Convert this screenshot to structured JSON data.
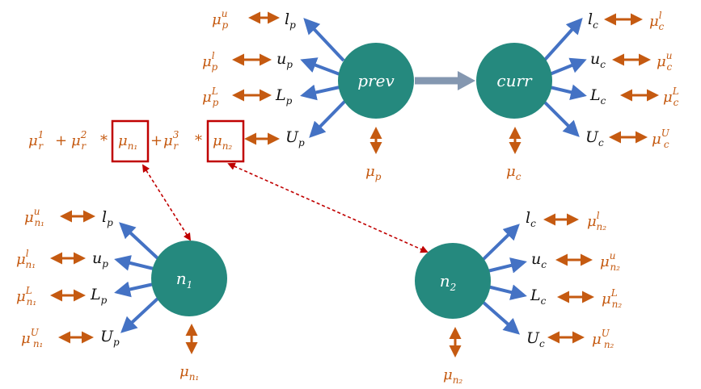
{
  "colors": {
    "node_fill": "#25897e",
    "blue_arrow": "#4472c4",
    "orange": "#c55a11",
    "big_arrow": "#8497b0",
    "red_dashed": "#c00000",
    "black_text": "#111111"
  },
  "nodes": {
    "prev": {
      "label": "prev"
    },
    "curr": {
      "label": "curr"
    },
    "n1": {
      "label": "n",
      "sub": "1"
    },
    "n2": {
      "label": "n",
      "sub": "2"
    }
  },
  "prev_labels": {
    "lp": {
      "base": "l",
      "sub": "p"
    },
    "up": {
      "base": "u",
      "sub": "p"
    },
    "Lp": {
      "base": "L",
      "sub": "p"
    },
    "Up": {
      "base": "U",
      "sub": "p"
    },
    "mu_u": {
      "base": "μ",
      "sub": "p",
      "sup": "u"
    },
    "mu_l": {
      "base": "μ",
      "sub": "p",
      "sup": "l"
    },
    "mu_L": {
      "base": "μ",
      "sub": "p",
      "sup": "L"
    },
    "mu_self": {
      "base": "μ",
      "sub": "p"
    }
  },
  "curr_labels": {
    "lc": {
      "base": "l",
      "sub": "c"
    },
    "uc": {
      "base": "u",
      "sub": "c"
    },
    "Lc": {
      "base": "L",
      "sub": "c"
    },
    "Uc": {
      "base": "U",
      "sub": "c"
    },
    "mu_l": {
      "base": "μ",
      "sub": "c",
      "sup": "l"
    },
    "mu_u": {
      "base": "μ",
      "sub": "c",
      "sup": "u"
    },
    "mu_L": {
      "base": "μ",
      "sub": "c",
      "sup": "L"
    },
    "mu_U": {
      "base": "μ",
      "sub": "c",
      "sup": "U"
    },
    "mu_self": {
      "base": "μ",
      "sub": "c"
    }
  },
  "n1_labels": {
    "lp": {
      "base": "l",
      "sub": "p"
    },
    "up": {
      "base": "u",
      "sub": "p"
    },
    "Lp": {
      "base": "L",
      "sub": "p"
    },
    "Up": {
      "base": "U",
      "sub": "p"
    },
    "mu_u": {
      "base": "μ",
      "sub": "n₁",
      "sup": "u"
    },
    "mu_l": {
      "base": "μ",
      "sub": "n₁",
      "sup": "l"
    },
    "mu_L": {
      "base": "μ",
      "sub": "n₁",
      "sup": "L"
    },
    "mu_U": {
      "base": "μ",
      "sub": "n₁",
      "sup": "U"
    },
    "mu_self": {
      "base": "μ",
      "sub": "n₁"
    }
  },
  "n2_labels": {
    "lc": {
      "base": "l",
      "sub": "c"
    },
    "uc": {
      "base": "u",
      "sub": "c"
    },
    "Lc": {
      "base": "L",
      "sub": "c"
    },
    "Uc": {
      "base": "U",
      "sub": "c"
    },
    "mu_l": {
      "base": "μ",
      "sub": "n₂",
      "sup": "l"
    },
    "mu_u": {
      "base": "μ",
      "sub": "n₂",
      "sup": "u"
    },
    "mu_L": {
      "base": "μ",
      "sub": "n₂",
      "sup": "L"
    },
    "mu_U": {
      "base": "μ",
      "sub": "n₂",
      "sup": "U"
    },
    "mu_self": {
      "base": "μ",
      "sub": "n₂"
    }
  },
  "formula": {
    "t1": {
      "base": "μ",
      "sub": "r",
      "sup": "1"
    },
    "plus1": "+",
    "t2": {
      "base": "μ",
      "sub": "r",
      "sup": "2"
    },
    "times1": "*",
    "box1": {
      "base": "μ",
      "sub": "n₁"
    },
    "plus2": "+",
    "t3": {
      "base": "μ",
      "sub": "r",
      "sup": "3"
    },
    "times2": "*",
    "box2": {
      "base": "μ",
      "sub": "n₂"
    }
  }
}
